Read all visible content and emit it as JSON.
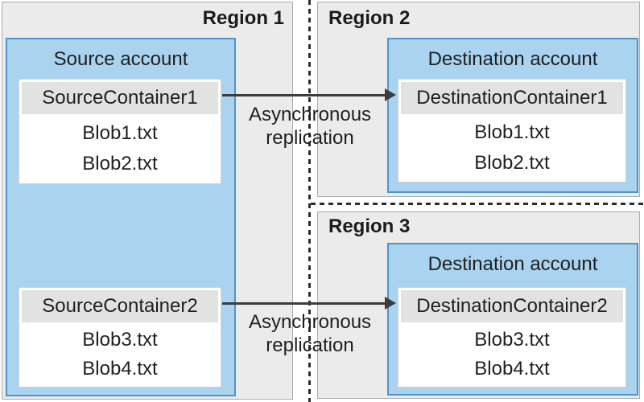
{
  "regions": [
    {
      "label": "Region 1"
    },
    {
      "label": "Region 2"
    },
    {
      "label": "Region 3"
    }
  ],
  "source_account": {
    "title": "Source account",
    "containers": [
      {
        "name": "SourceContainer1",
        "blobs": [
          "Blob1.txt",
          "Blob2.txt"
        ]
      },
      {
        "name": "SourceContainer2",
        "blobs": [
          "Blob3.txt",
          "Blob4.txt"
        ]
      }
    ]
  },
  "destination_accounts": [
    {
      "title": "Destination account",
      "container": {
        "name": "DestinationContainer1",
        "blobs": [
          "Blob1.txt",
          "Blob2.txt"
        ]
      }
    },
    {
      "title": "Destination account",
      "container": {
        "name": "DestinationContainer2",
        "blobs": [
          "Blob3.txt",
          "Blob4.txt"
        ]
      }
    }
  ],
  "arrows": [
    {
      "line1": "Asynchronous",
      "line2": "replication"
    },
    {
      "line1": "Asynchronous",
      "line2": "replication"
    }
  ],
  "colors": {
    "region_bg": "#ebebeb",
    "region_border": "#ababab",
    "account_bg": "#a9d3ee",
    "account_border": "#4f94cd",
    "container_bg": "#ffffff",
    "container_header_bg": "#e2e2e2",
    "arrow": "#3c3c3c",
    "dashed_divider": "#2d2d2d",
    "text": "#1f1f1f"
  }
}
